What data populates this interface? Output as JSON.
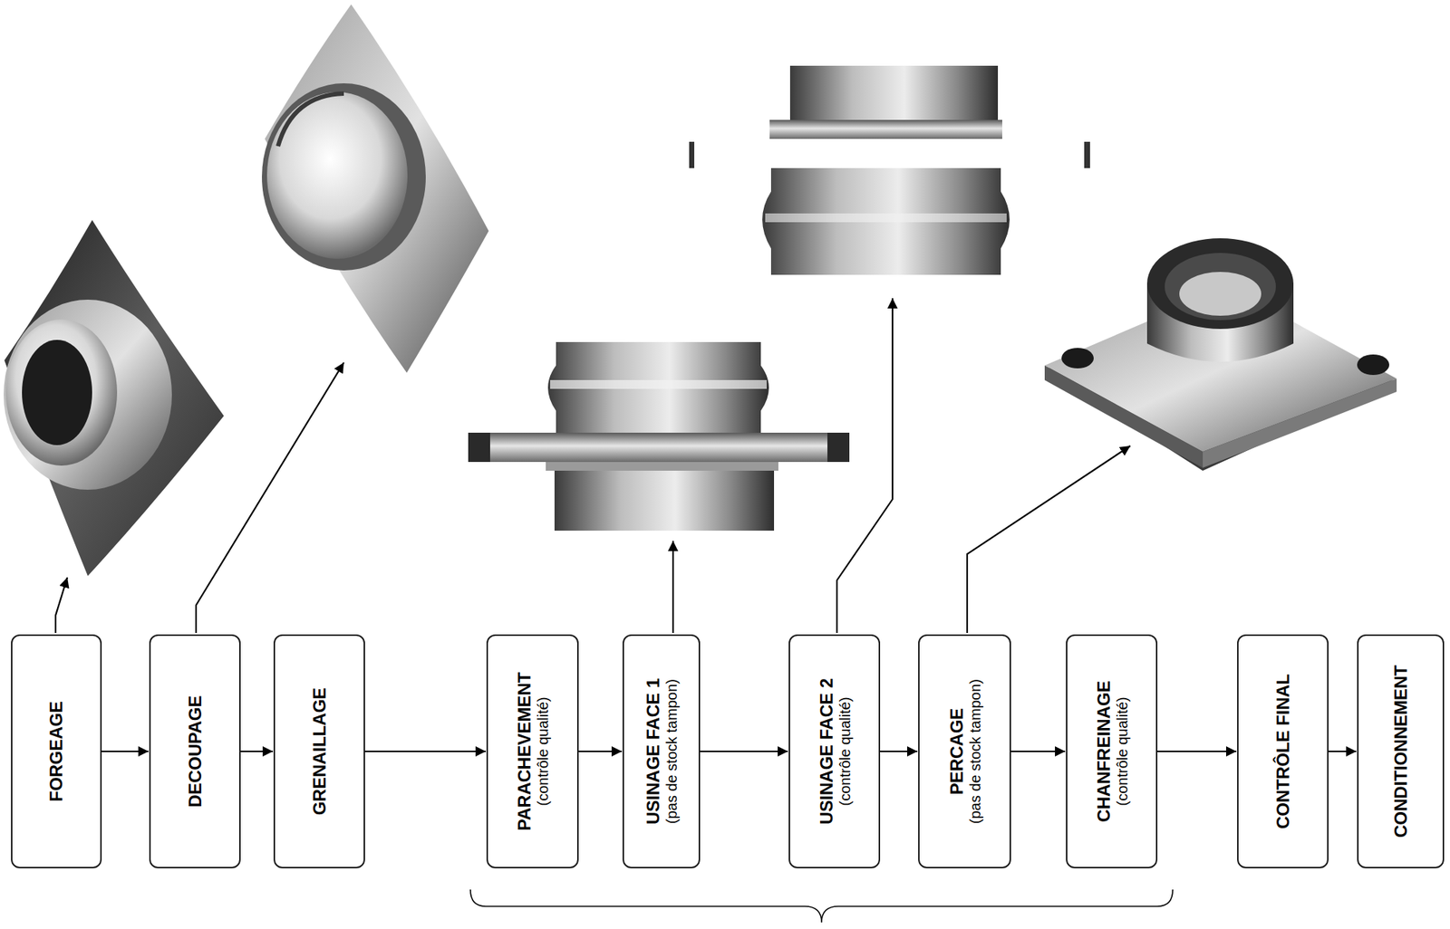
{
  "diagram": {
    "nodes": [
      {
        "text": [
          "FORGEAGE"
        ]
      },
      {
        "text": [
          "DECOUPAGE"
        ]
      },
      {
        "text": [
          "GRENAILLAGE"
        ]
      },
      {
        "text": [
          "PARACHEVEMENT",
          "(contrôle qualité)"
        ]
      },
      {
        "text": [
          "USINAGE FACE 1",
          "(pas de stock tampon)"
        ]
      },
      {
        "text": [
          "USINAGE FACE 2",
          "(contrôle qualité)"
        ]
      },
      {
        "text": [
          "PERCAGE",
          "(pas de stock tampon)"
        ]
      },
      {
        "text": [
          "CHANFREINAGE",
          "(contrôle qualité)"
        ]
      },
      {
        "text": [
          "CONTRÔLE FINAL"
        ]
      },
      {
        "text": [
          "CONDITIONNEMENT"
        ]
      }
    ],
    "edges": [
      {
        "from": 0,
        "to": 1,
        "arrow": "to"
      },
      {
        "from": 1,
        "to": 2,
        "arrow": "to"
      },
      {
        "from": 2,
        "to": 3,
        "arrow": "to"
      },
      {
        "from": 3,
        "to": 4,
        "arrow": "to"
      },
      {
        "from": 4,
        "to": 5,
        "arrow": "to"
      },
      {
        "from": 5,
        "to": 6,
        "arrow": "to"
      },
      {
        "from": 6,
        "to": 7,
        "arrow": "to"
      },
      {
        "from": 7,
        "to": 8,
        "arrow": "to"
      },
      {
        "from": 8,
        "to": 9,
        "arrow": "to"
      }
    ]
  }
}
